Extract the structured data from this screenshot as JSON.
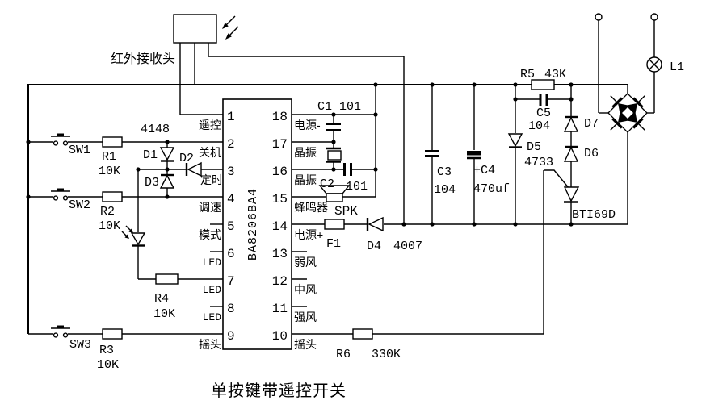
{
  "title": "单按键带遥控开关",
  "ir_receiver": {
    "label": "红外接收头"
  },
  "ic": {
    "name": "BA8206BA4",
    "left_pins": [
      {
        "n": "1",
        "l": "遥控"
      },
      {
        "n": "2",
        "l": "关机"
      },
      {
        "n": "3",
        "l": "定时"
      },
      {
        "n": "4",
        "l": "调速"
      },
      {
        "n": "5",
        "l": "模式"
      },
      {
        "n": "6",
        "l": "LED"
      },
      {
        "n": "7",
        "l": "LED"
      },
      {
        "n": "8",
        "l": "LED"
      },
      {
        "n": "9",
        "l": "摇头"
      }
    ],
    "right_pins": [
      {
        "n": "18",
        "l": "电源-"
      },
      {
        "n": "17",
        "l": "晶振"
      },
      {
        "n": "16",
        "l": "晶振"
      },
      {
        "n": "15",
        "l": "蜂鸣器"
      },
      {
        "n": "14",
        "l": "电源+"
      },
      {
        "n": "13",
        "l": "弱风"
      },
      {
        "n": "12",
        "l": "中风"
      },
      {
        "n": "11",
        "l": "强风"
      },
      {
        "n": "10",
        "l": "摇头"
      }
    ]
  },
  "components": {
    "sw1": "SW1",
    "r1": "R1",
    "r1_val": "10K",
    "sw2": "SW2",
    "r2": "R2",
    "r2_val": "10K",
    "sw3": "SW3",
    "r3": "R3",
    "r3_val": "10K",
    "r4": "R4",
    "r4_val": "10K",
    "d_group_val": "4148",
    "d1": "D1",
    "d2": "D2",
    "d3": "D3",
    "c1": "C1 101",
    "c2": "C2",
    "c2_val": "101",
    "spk": "SPK",
    "f1": "F1",
    "d4": "D4",
    "d4_val": "4007",
    "c3": "C3",
    "c3_val": "104",
    "c4": "+C4",
    "c4_val": "470uf",
    "r5": "R5",
    "r5_val": "43K",
    "c5": "C5",
    "c5_val": "104",
    "d5": "D5",
    "d5_val": "4733",
    "d6": "D6",
    "d7": "D7",
    "scr": "BTI69D",
    "lamp": "L1",
    "r6": "R6",
    "r6_val": "330K"
  }
}
